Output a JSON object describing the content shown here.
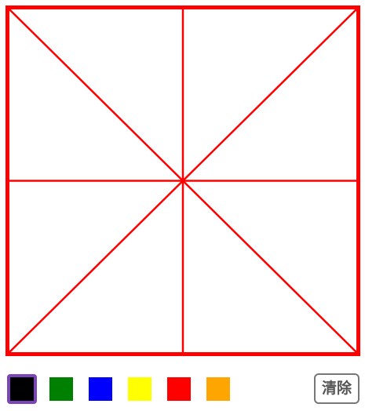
{
  "grid": {
    "line_color": "#ff0000"
  },
  "palette": {
    "selected_index": 0,
    "selected_border_color": "#7b44b8",
    "colors": [
      {
        "name": "black",
        "hex": "#000000"
      },
      {
        "name": "green",
        "hex": "#008000"
      },
      {
        "name": "blue",
        "hex": "#0000ff"
      },
      {
        "name": "yellow",
        "hex": "#ffff00"
      },
      {
        "name": "red",
        "hex": "#ff0000"
      },
      {
        "name": "orange",
        "hex": "#ffa500"
      }
    ]
  },
  "toolbar": {
    "clear_label": "清除"
  }
}
